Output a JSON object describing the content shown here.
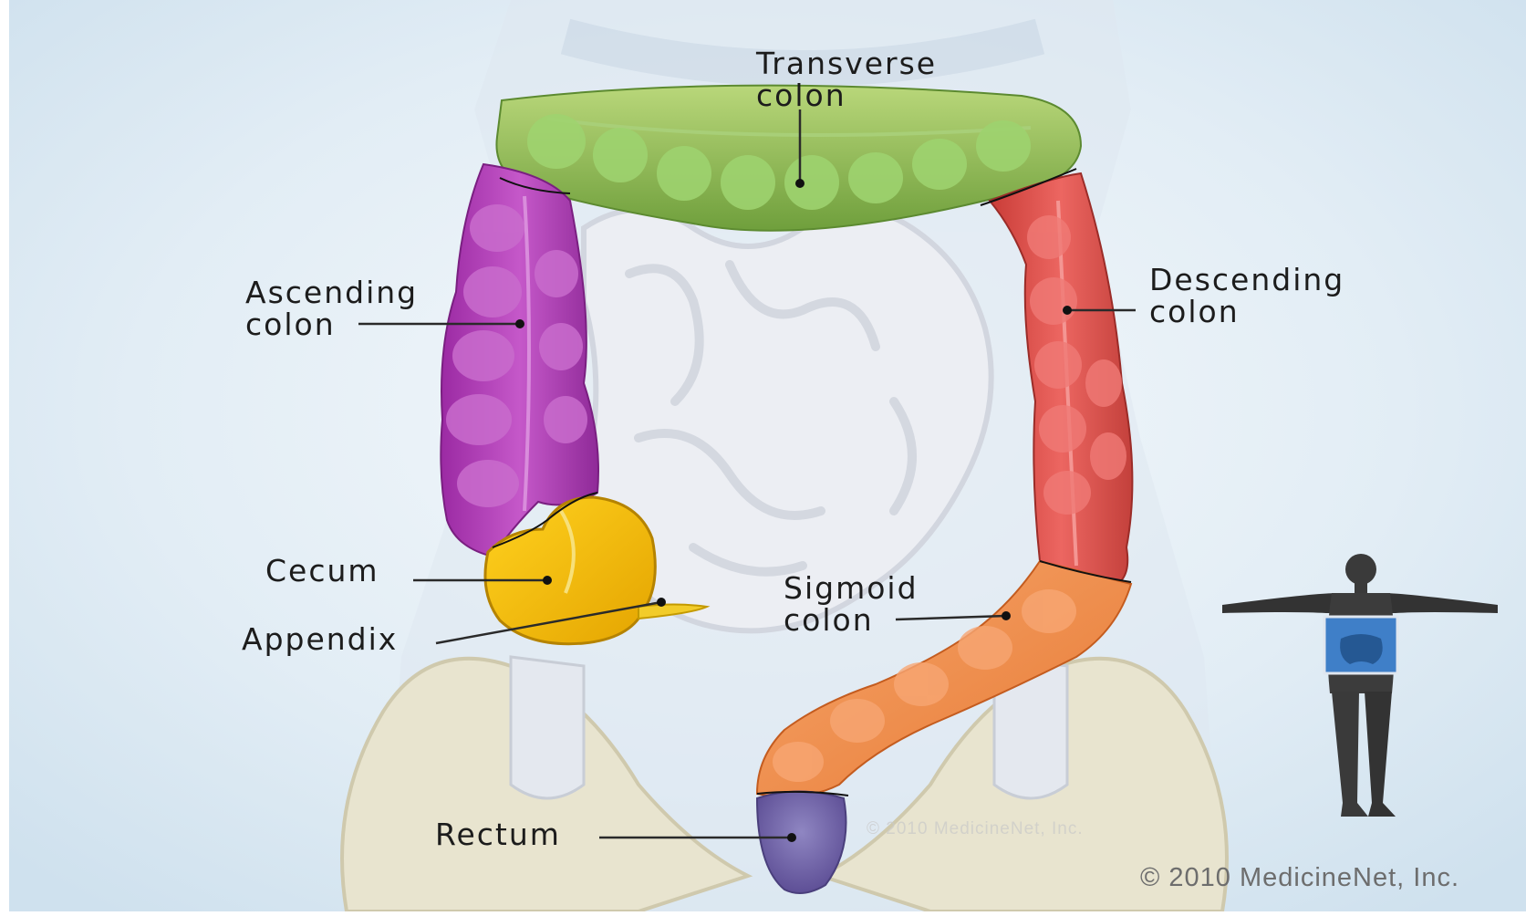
{
  "labels": {
    "transverse": [
      "Transverse",
      "colon"
    ],
    "ascending": [
      "Ascending",
      "colon"
    ],
    "descending": [
      "Descending",
      "colon"
    ],
    "cecum": "Cecum",
    "appendix": "Appendix",
    "sigmoid": [
      "Sigmoid",
      "colon"
    ],
    "rectum": "Rectum"
  },
  "copyright": "© 2010 MedicineNet, Inc.",
  "watermark": "© 2010 MedicineNet, Inc.",
  "colors": {
    "transverse_colon": "#8fc25a",
    "ascending_colon": "#b23fb8",
    "descending_colon": "#e0504a",
    "cecum": "#f2b800",
    "sigmoid_colon": "#f08a48",
    "rectum": "#7566a8",
    "background": "#d8e8f3"
  }
}
